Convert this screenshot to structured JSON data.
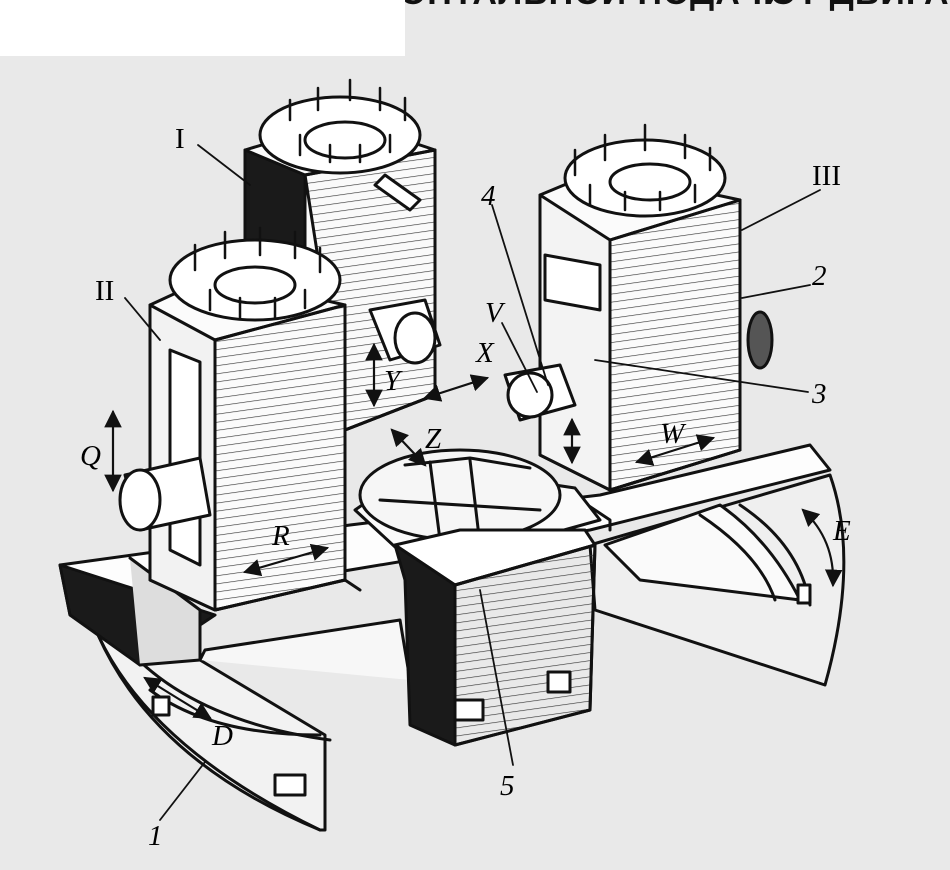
{
  "top_text": {
    "left": "ДИ ... ... ... ... ... ...ОРИЗОНТАЛЬНОЙ ПОДАЧИ",
    "right": "ОТ ДВИГА..."
  },
  "labels": {
    "unit_I": "I",
    "unit_II": "II",
    "unit_III": "III",
    "part_1": "1",
    "part_2": "2",
    "part_3": "3",
    "part_4": "4",
    "part_5": "5",
    "motion_Q": "Q",
    "motion_R": "R",
    "motion_Y": "Y",
    "motion_X": "X",
    "motion_Z": "Z",
    "motion_V": "V",
    "motion_W": "W",
    "motion_D": "D",
    "motion_E": "E"
  },
  "colors": {
    "ink": "#111111",
    "paper": "#e9e9e9",
    "face_light": "#f4f4f4",
    "face_mid": "#d9d9d9",
    "face_dark": "#1a1a1a"
  }
}
